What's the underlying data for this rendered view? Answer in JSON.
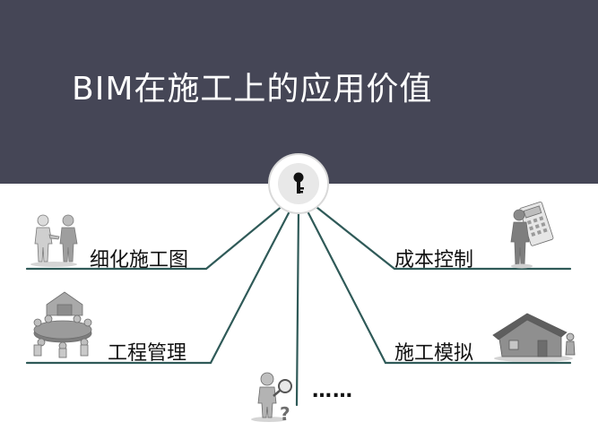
{
  "slide": {
    "title": "BIM在施工上的应用价值",
    "center_icon": "key-icon"
  },
  "items": [
    {
      "label": "细化施工图",
      "icon": "handshake-people-icon"
    },
    {
      "label": "工程管理",
      "icon": "meeting-table-icon"
    },
    {
      "label": "成本控制",
      "icon": "calculator-person-icon"
    },
    {
      "label": "施工模拟",
      "icon": "house-model-icon"
    }
  ],
  "more": {
    "text": "……",
    "icon": "magnifier-question-icon"
  },
  "colors": {
    "banner": "#454656",
    "lines": "#2f5a58",
    "text": "#111111"
  }
}
